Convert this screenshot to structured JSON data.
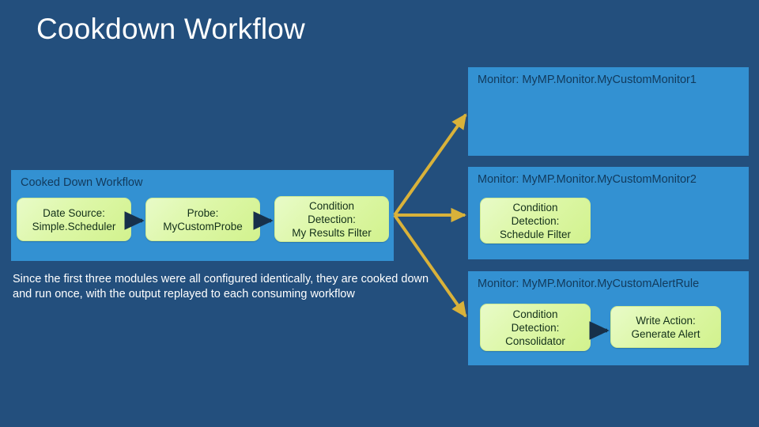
{
  "slide": {
    "title": "Cookdown Workflow",
    "background_color": "#234f7d",
    "panel_color": "#3391d2",
    "module_color": "#ddf7a8",
    "accent_arrow_color": "#d9b23a",
    "connector_arrow_color": "#17304a"
  },
  "cooked_down_panel": {
    "title": "Cooked Down Workflow",
    "modules": [
      {
        "line1": "Date Source:",
        "line2": "Simple.Scheduler"
      },
      {
        "line1": "Probe:",
        "line2": "MyCustomProbe"
      },
      {
        "line1": "Condition",
        "line2": "Detection:",
        "line3": "My Results Filter"
      }
    ]
  },
  "caption": "Since the first three modules were all configured identically, they are cooked down and run once, with the output replayed to each consuming workflow",
  "consumers": [
    {
      "title": "Monitor: MyMP.Monitor.MyCustomMonitor1",
      "modules": []
    },
    {
      "title": "Monitor: MyMP.Monitor.MyCustomMonitor2",
      "modules": [
        {
          "line1": "Condition",
          "line2": "Detection:",
          "line3": "Schedule Filter"
        }
      ]
    },
    {
      "title": "Monitor: MyMP.Monitor.MyCustomAlertRule",
      "modules": [
        {
          "line1": "Condition",
          "line2": "Detection:",
          "line3": "Consolidator"
        },
        {
          "line1": "Write Action:",
          "line2": "Generate Alert"
        }
      ]
    }
  ]
}
